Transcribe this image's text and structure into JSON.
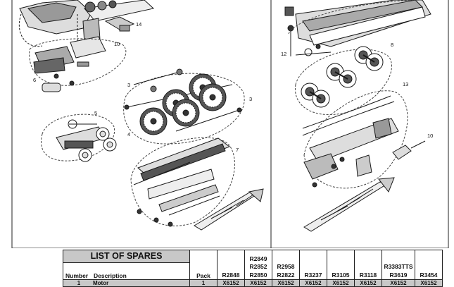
{
  "callouts": {
    "c14": "14",
    "c10a": "10",
    "c6": "6",
    "c5": "5",
    "c3a": "3",
    "c4": "4",
    "c3b": "3",
    "c7": "7",
    "c12": "12",
    "c8": "8",
    "c13": "13",
    "c10b": "10"
  },
  "spares_table": {
    "title": "LIST OF SPARES",
    "number_header": "Number",
    "description_header": "Description",
    "pack_header": "Pack",
    "codes": [
      [
        "R2848"
      ],
      [
        "R2849",
        "R2852",
        "R2850"
      ],
      [
        "R2958",
        "R2822"
      ],
      [
        "R3237"
      ],
      [
        "R3105"
      ],
      [
        "R3118"
      ],
      [
        "R3383TTS",
        "R3619"
      ],
      [
        "R3454"
      ]
    ],
    "rows": [
      {
        "number": "1",
        "description": "Motor",
        "pack": "1",
        "codes": [
          "X6152",
          "X6152",
          "X6152",
          "X6152",
          "X6152",
          "X6152",
          "X6152",
          "X6152"
        ]
      }
    ]
  },
  "colors": {
    "line": "#1a1a1a",
    "row_shade": "#c8c8c8"
  }
}
